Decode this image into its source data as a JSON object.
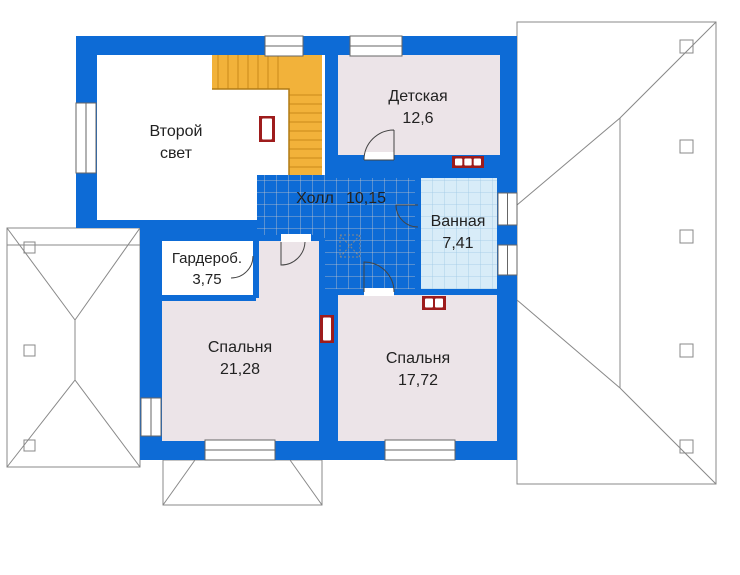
{
  "rooms": {
    "second_light": {
      "line1": "Второй",
      "line2": "свет"
    },
    "kids": {
      "name": "Детская",
      "area": "12,6"
    },
    "hall": {
      "name": "Холл",
      "area": "10,15"
    },
    "bath": {
      "name": "Ванная",
      "area": "7,41"
    },
    "wardrobe": {
      "name": "Гардероб.",
      "area": "3,75"
    },
    "bedroom_left": {
      "name": "Спальня",
      "area": "21,28"
    },
    "bedroom_right": {
      "name": "Спальня",
      "area": "17,72"
    }
  },
  "colors": {
    "wall": "#0d6bd6",
    "room_fill": "#ece4e8",
    "bath_fill": "#d8ecf8",
    "hall_fill": "#ffffff",
    "stairs": "#f2b23a",
    "stove": "#9e1c1c"
  }
}
